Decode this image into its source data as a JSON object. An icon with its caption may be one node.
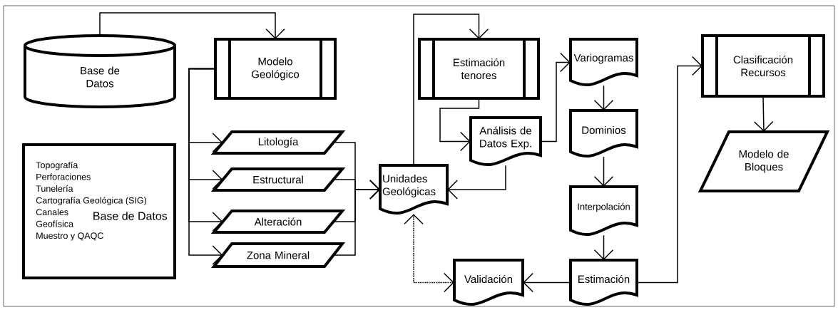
{
  "diagram": {
    "nodes": [
      {
        "text": [
          "Base de Datos"
        ]
      },
      {
        "text": [
          "Modelo Geológico"
        ]
      },
      {
        "text": [
          "Topografía",
          "Perforaciones",
          "Tunelería",
          "Cartografía Geológica (SIG)",
          "Canales",
          "Base de Datos",
          "Geofísica",
          "Muestro y QAQC"
        ]
      },
      {
        "text": [
          "Litología"
        ]
      },
      {
        "text": [
          "Estructural"
        ]
      },
      {
        "text": [
          "Alteración"
        ]
      },
      {
        "text": [
          "Zona Mineral"
        ]
      },
      {
        "text": [
          "Unidades Geológicas"
        ]
      },
      {
        "text": [
          "Estimación tenores"
        ]
      },
      {
        "text": [
          "Análisis de Datos Exp."
        ]
      },
      {
        "text": [
          "Variogramas"
        ]
      },
      {
        "text": [
          "Dominios"
        ]
      },
      {
        "text": [
          "Interpolación"
        ]
      },
      {
        "text": [
          "Estimación"
        ]
      },
      {
        "text": [
          "Validación"
        ]
      },
      {
        "text": [
          "Clasificación Recursos"
        ]
      },
      {
        "text": [
          "Modelo de Bloques"
        ]
      }
    ],
    "edges": [
      {
        "from": 0,
        "to": 1,
        "arrow": "to"
      },
      {
        "from": 1,
        "to": 3,
        "arrow": "to"
      },
      {
        "from": 1,
        "to": 4,
        "arrow": "to"
      },
      {
        "from": 1,
        "to": 5,
        "arrow": "to"
      },
      {
        "from": 1,
        "to": 6,
        "arrow": "to"
      },
      {
        "from": 3,
        "to": 7,
        "arrow": "to"
      },
      {
        "from": 4,
        "to": 7,
        "arrow": "to"
      },
      {
        "from": 5,
        "to": 7,
        "arrow": "to"
      },
      {
        "from": 6,
        "to": 7,
        "arrow": "to"
      },
      {
        "from": 7,
        "to": 8,
        "arrow": "to"
      },
      {
        "from": 8,
        "to": 9,
        "arrow": "to"
      },
      {
        "from": 9,
        "to": 10,
        "arrow": "to"
      },
      {
        "from": 9,
        "to": 7,
        "arrow": "to"
      },
      {
        "from": 10,
        "to": 11,
        "arrow": "to"
      },
      {
        "from": 11,
        "to": 12,
        "arrow": "to"
      },
      {
        "from": 12,
        "to": 13,
        "arrow": "to"
      },
      {
        "from": 13,
        "to": 14,
        "arrow": "to"
      },
      {
        "from": 14,
        "to": 7,
        "arrow": "both",
        "style": "dashed"
      },
      {
        "from": 13,
        "to": 15,
        "arrow": "to"
      },
      {
        "from": 15,
        "to": 16,
        "arrow": "to"
      }
    ]
  }
}
